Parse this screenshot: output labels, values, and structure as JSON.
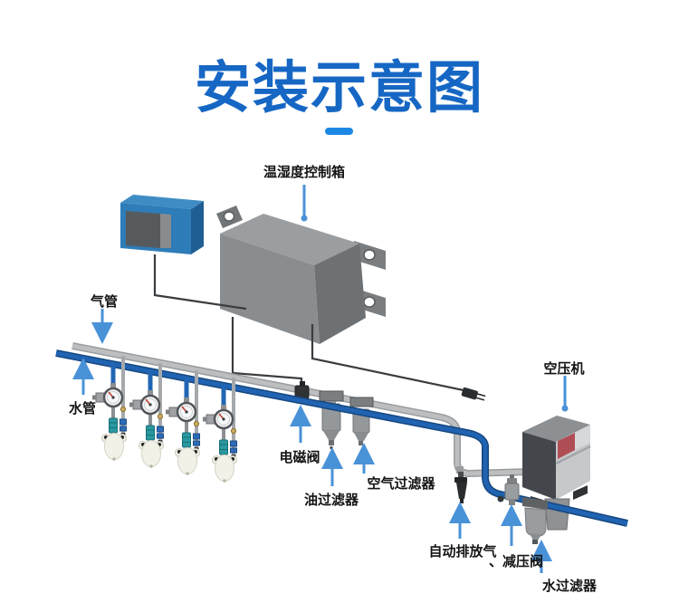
{
  "title": {
    "text": "安装示意图"
  },
  "labels": {
    "control_box": "温湿度控制箱",
    "air_pipe": "气管",
    "water_pipe": "水管",
    "solenoid_valve": "电磁阀",
    "oil_filter": "油过滤器",
    "air_filter": "空气过滤器",
    "air_compressor": "空压机",
    "auto_drain": "自动排放气",
    "list_separator": "、",
    "pressure_reducing_valve": "减压阀",
    "water_filter": "水过滤器"
  },
  "colors": {
    "title_blue": "#1667c4",
    "underline_blue": "#1e88e5",
    "water_pipe_blue": "#1d5fae",
    "water_pipe_dark": "#16477e",
    "air_pipe_gray": "#bcbec0",
    "air_pipe_edge": "#999c9e",
    "arrow_blue": "#4a92d8",
    "label_text": "#141414",
    "device_blue": "#2e7cb8",
    "compressor_red": "#b04e56"
  }
}
